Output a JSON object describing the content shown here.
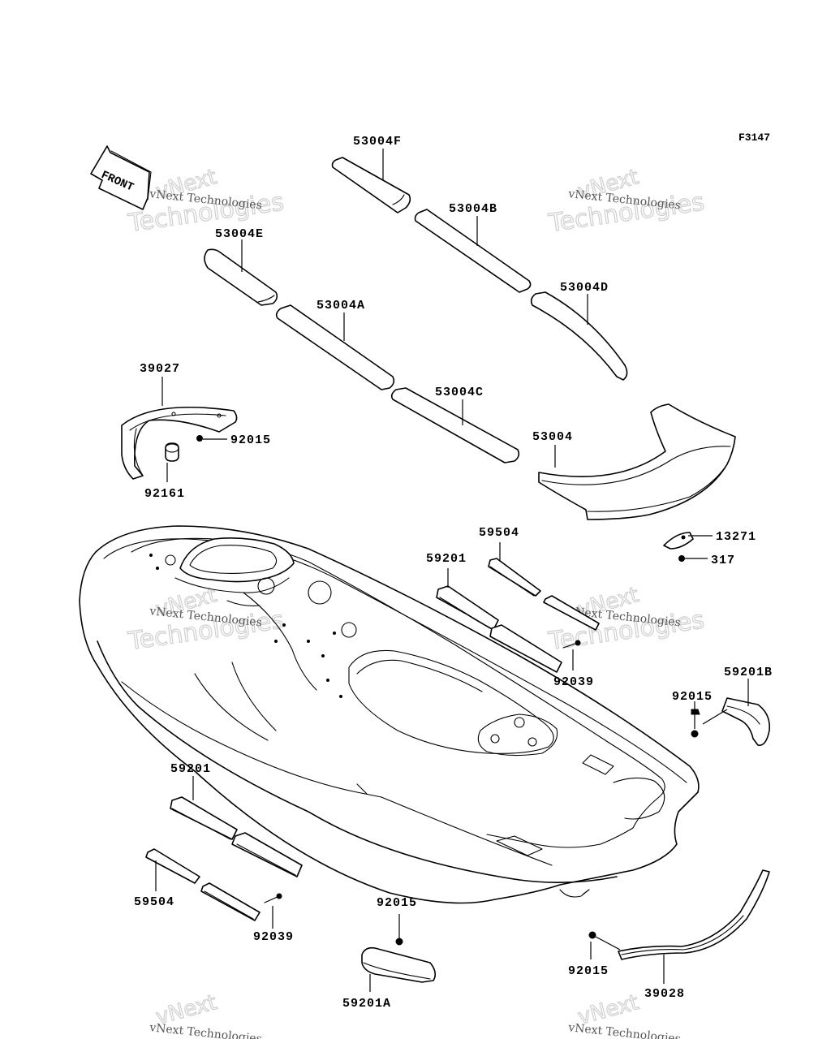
{
  "figure_code": "F3147",
  "front_label": "FRONT",
  "watermark": {
    "brand": "vNext",
    "word": "Technologies",
    "line": "vNext Technologies"
  },
  "parts": {
    "p53004F": "53004F",
    "p53004B": "53004B",
    "p53004E": "53004E",
    "p53004D": "53004D",
    "p53004A": "53004A",
    "p53004C": "53004C",
    "p53004": "53004",
    "p39027": "39027",
    "p92015_a": "92015",
    "p92161": "92161",
    "p59504_a": "59504",
    "p59201_a": "59201",
    "p13271": "13271",
    "p317": "317",
    "p92039_a": "92039",
    "p59201B": "59201B",
    "p92015_b": "92015",
    "p59201_b": "59201",
    "p59504_b": "59504",
    "p92039_b": "92039",
    "p92015_c": "92015",
    "p59201A": "59201A",
    "p92015_d": "92015",
    "p39028": "39028"
  }
}
